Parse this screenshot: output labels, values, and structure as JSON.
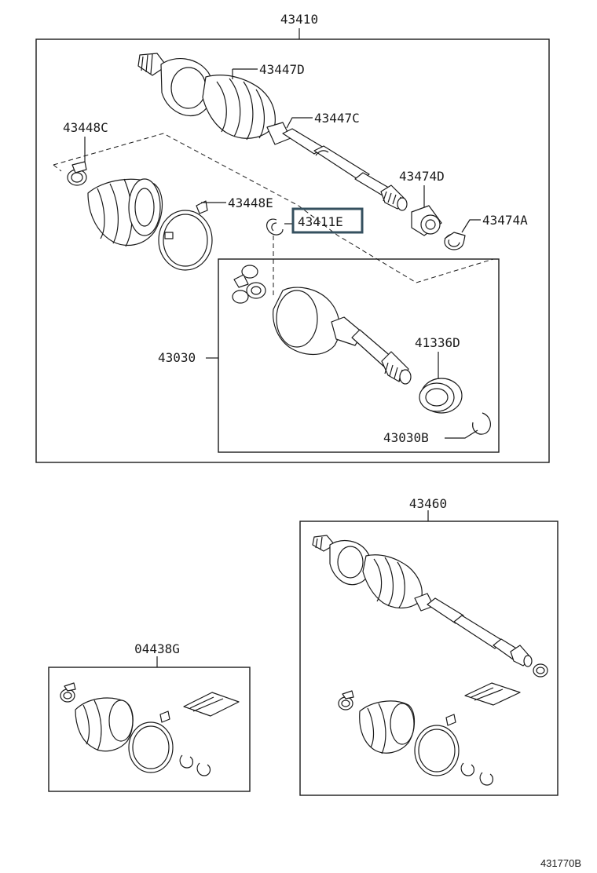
{
  "labels": {
    "assembly_front": "43410",
    "boot_kit_outer": "43447D",
    "boot_kit_inner": "43447C",
    "clamp": "43448C",
    "band": "43448E",
    "snap_ring_highlighted": "43411E",
    "dust_cover": "43474D",
    "snap_ring_right": "43474A",
    "inboard_joint": "43030",
    "oil_seal": "41336D",
    "snap_ring_joint": "43030B",
    "assembly_rear": "43460",
    "boot_kit_small": "04438G"
  },
  "diagram_code": "431770B",
  "highlight_color": "#35505f"
}
